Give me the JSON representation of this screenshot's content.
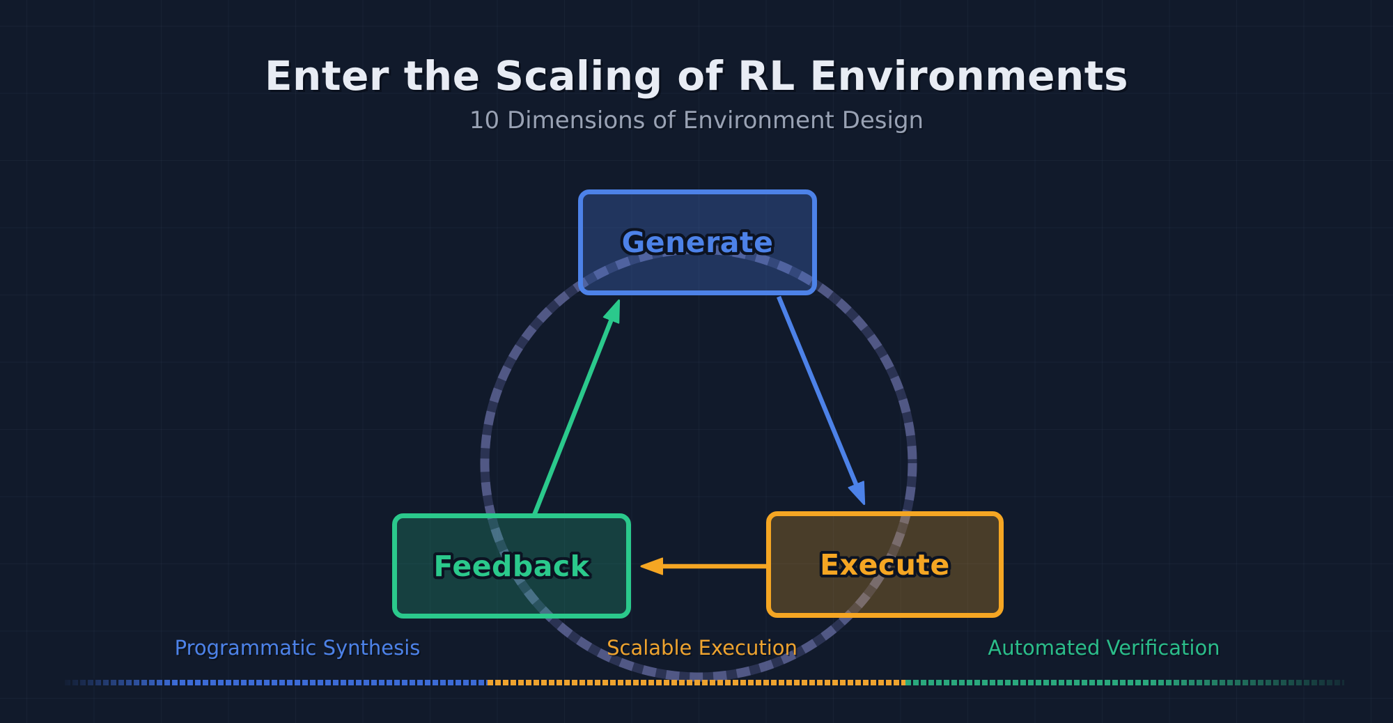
{
  "header": {
    "title": "Enter the Scaling of RL Environments",
    "subtitle": "10 Dimensions of Environment Design"
  },
  "diagram": {
    "nodes": [
      {
        "id": "generate",
        "label": "Generate",
        "color": "#4d82e8"
      },
      {
        "id": "execute",
        "label": "Execute",
        "color": "#f5a623"
      },
      {
        "id": "feedback",
        "label": "Feedback",
        "color": "#2bc98c"
      }
    ],
    "edges": [
      {
        "from": "generate",
        "to": "execute",
        "color": "#4d82e8"
      },
      {
        "from": "execute",
        "to": "feedback",
        "color": "#f5a623"
      },
      {
        "from": "feedback",
        "to": "generate",
        "color": "#2bc98c"
      }
    ],
    "cycle_ring_color": "#8c90d2"
  },
  "footer": {
    "phases": [
      {
        "label": "Programmatic Synthesis",
        "color": "#4d82e8"
      },
      {
        "label": "Scalable Execution",
        "color": "#eea32f"
      },
      {
        "label": "Automated Verification",
        "color": "#2bbd8a"
      }
    ]
  },
  "background": {
    "color": "#111a2b",
    "grid": "on"
  }
}
